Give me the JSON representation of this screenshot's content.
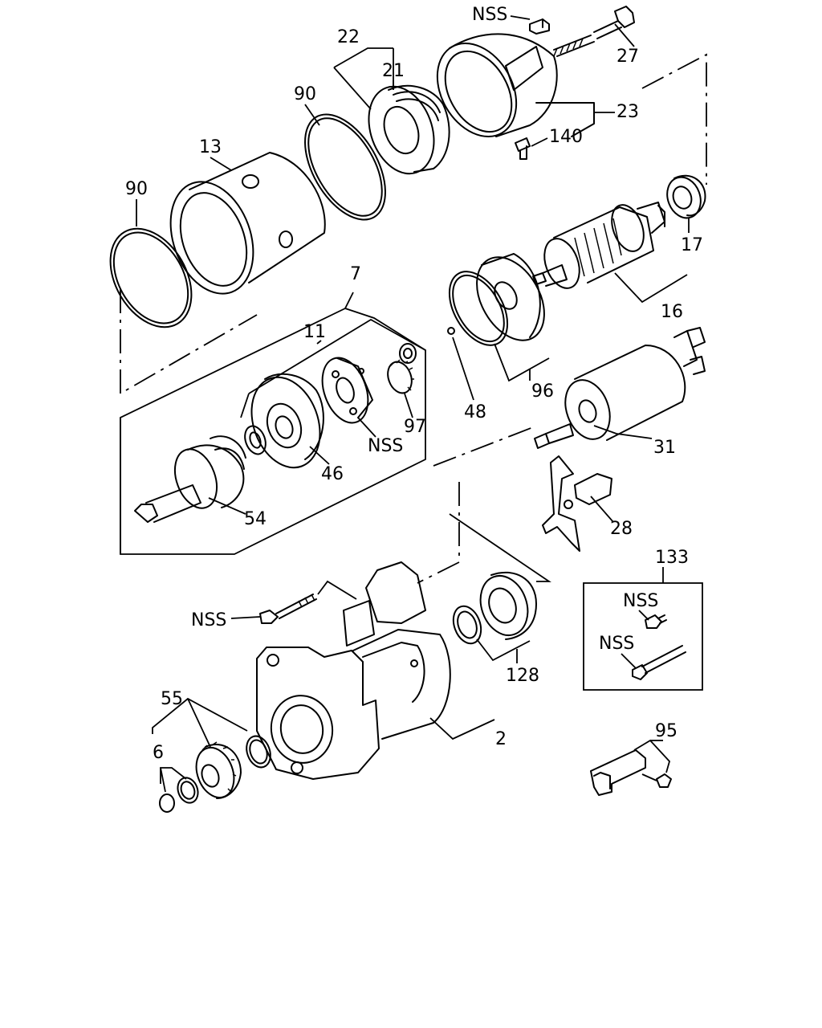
{
  "labels": {
    "nss_top": "NSS",
    "p27": "27",
    "p22": "22",
    "p21": "21",
    "p90a": "90",
    "p23": "23",
    "p140": "140",
    "p13": "13",
    "p90b": "90",
    "p17": "17",
    "p16": "16",
    "p7": "7",
    "p11": "11",
    "p97": "97",
    "nss_mid": "NSS",
    "p96": "96",
    "p48": "48",
    "p46": "46",
    "p31": "31",
    "p54": "54",
    "p28": "28",
    "p133": "133",
    "nss_box1": "NSS",
    "nss_box2": "NSS",
    "nss_bolt": "NSS",
    "p128": "128",
    "p55": "55",
    "p6": "6",
    "p2": "2",
    "p95": "95"
  }
}
